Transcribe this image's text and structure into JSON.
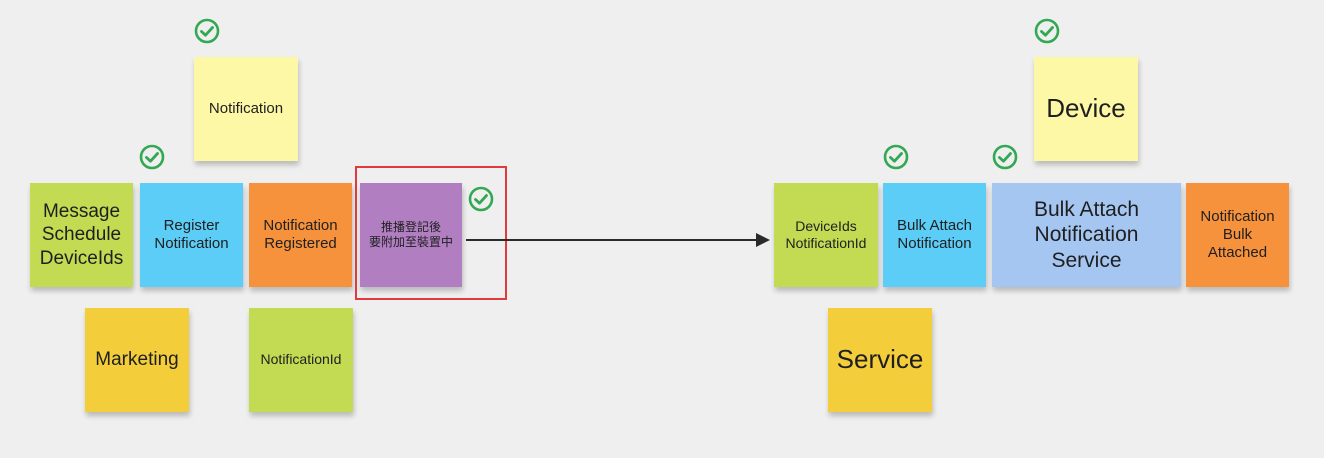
{
  "colors": {
    "yellow_light": "#fdf8a6",
    "yellow": "#f3cd3a",
    "green": "#c3da53",
    "blue": "#5ccdf6",
    "orange": "#f6923c",
    "purple": "#b07ec1",
    "lightblue": "#a4c6f1",
    "check": "#33a853",
    "highlight": "#e0393e"
  },
  "left": {
    "aggregate": "Notification",
    "read_model": "Message\nSchedule\nDeviceIds",
    "command": "Register\nNotification",
    "event": "Notification\nRegistered",
    "policy": "推播登記後\n要附加至裝置中",
    "actor": "Marketing",
    "event_data": "NotificationId"
  },
  "right": {
    "aggregate": "Device",
    "read_model": "DeviceIds\nNotificationId",
    "command": "Bulk Attach\nNotification",
    "system": "Bulk Attach\nNotification\nService",
    "event": "Notification\nBulk\nAttached",
    "actor": "Service"
  },
  "icons": [
    "check-circle-icon",
    "arrow-right-icon"
  ]
}
